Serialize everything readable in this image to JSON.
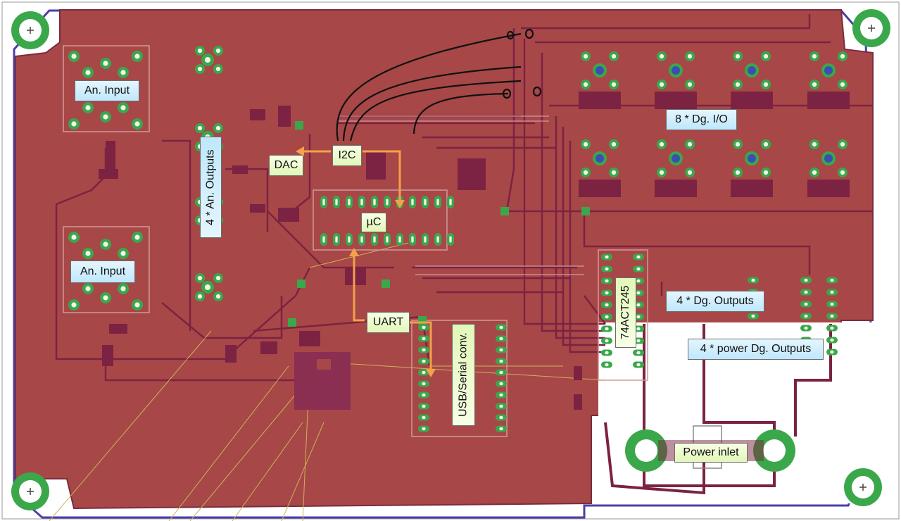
{
  "colors": {
    "board": "#a84747",
    "board_edge": "#7a2c40",
    "outline": "#4a3fa8",
    "pad": "#3aa84a",
    "pad_center": "#f2f2f2",
    "trace": "#7c2242",
    "silk": "#d09a9a",
    "wire": "#111111",
    "arrow": "#f5a04a",
    "airwire": "#c8b45a",
    "label_blue": "#c6ebfb",
    "label_green": "#e8f8c2"
  },
  "labels": {
    "an_input_1": "An. Input",
    "an_input_2": "An. Input",
    "an_outputs": "4 * An. Outputs",
    "dac": "DAC",
    "i2c": "I2C",
    "uc": "µC",
    "uart": "UART",
    "usb_serial": "USB/Serial conv.",
    "dg_io": "8 * Dg. I/O",
    "ic_74act245": "74ACT245",
    "dg_outputs": "4 * Dg. Outputs",
    "power_dg_outputs": "4 * power Dg. Outputs",
    "power_inlet": "Power inlet"
  },
  "icons": [
    "mounting-hole-icon",
    "arrow-icon"
  ]
}
